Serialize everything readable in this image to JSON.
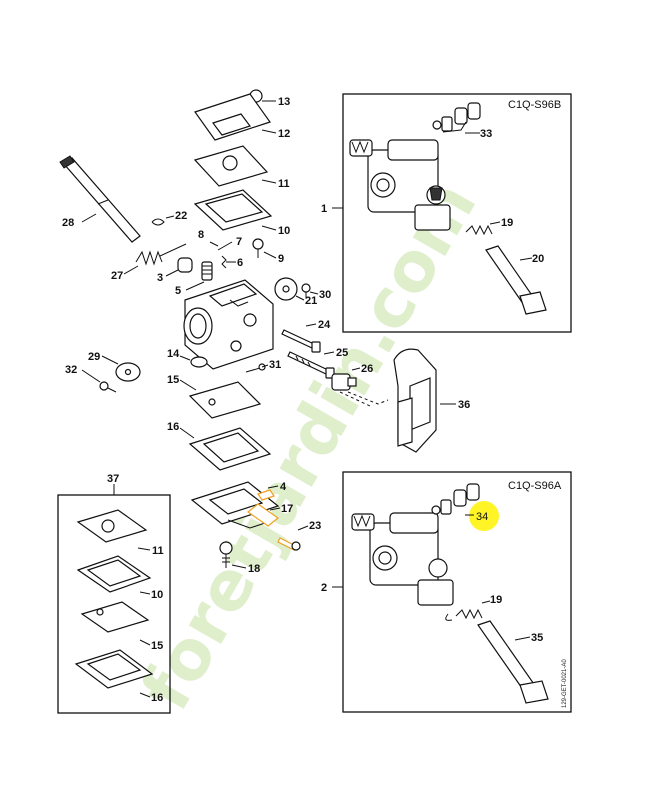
{
  "watermark": "foretjardin.com",
  "reference_code": "129-GET-0021-A0",
  "highlight_color": "#fff200",
  "accent_orange": "#f0a020",
  "boxes": [
    {
      "id": "1",
      "model": "C1Q-S96B"
    },
    {
      "id": "2",
      "model": "C1Q-S96A"
    }
  ],
  "kit_box_label": "37",
  "labels": {
    "p1": "1",
    "p2": "2",
    "p3": "3",
    "p4": "4",
    "p5": "5",
    "p6": "6",
    "p7": "7",
    "p8": "8",
    "p9": "9",
    "p10": "10",
    "p11": "11",
    "p12": "12",
    "p13": "13",
    "p14": "14",
    "p15": "15",
    "p16": "16",
    "p17": "17",
    "p18": "18",
    "p19": "19",
    "p20": "20",
    "p21": "21",
    "p22": "22",
    "p23": "23",
    "p24": "24",
    "p25": "25",
    "p26": "26",
    "p27": "27",
    "p28": "28",
    "p29": "29",
    "p30": "30",
    "p31": "31",
    "p32": "32",
    "p33": "33",
    "p34": "34",
    "p35": "35",
    "p36": "36",
    "k11": "11",
    "k10": "10",
    "k15": "15",
    "k16": "16",
    "b19": "19",
    "b20": "20",
    "c19": "19"
  }
}
